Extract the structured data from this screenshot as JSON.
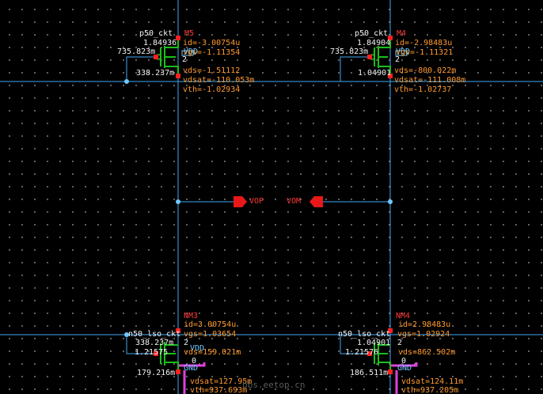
{
  "m5": {
    "cell": "p50_ckt",
    "name": "M5",
    "vg": "1.84936",
    "id": "id=-3.00754u",
    "vgate": "735.823m",
    "vdd": "VDD",
    "vgs": "vgs=-1.11354",
    "mult": "2",
    "vd": "338.237m",
    "vds": "vds=-1.51112",
    "vdsat": "vdsat=-110.053m",
    "vth": "vth=-1.02934"
  },
  "m4": {
    "cell": "p50_ckt",
    "name": "M4",
    "vg": "1.84904",
    "id": "id=-2.98483u",
    "vgate": "735.823m",
    "vdd": "VDD",
    "vgs": "vgs=-1.11321",
    "mult": "2",
    "vd": "1.04901",
    "vds": "vds=-800.022m",
    "vdsat": "vdsat=-111.008m",
    "vth": "vth=-1.02737"
  },
  "pins": {
    "vop": "VOP",
    "vom": "VOM"
  },
  "nm3": {
    "name": "NM3",
    "id": "id=3.00754u",
    "cell": "n50_lso_ckt",
    "vgs": "vgs=1.03654",
    "vg": "338.237m",
    "mult": "2",
    "vdd": "VDD",
    "vnode": "1.21575",
    "vds": "vds=159.021m",
    "zero": "0",
    "vs": "179.216m",
    "gnd": "GND",
    "vdsat": "vdsat=127.95m",
    "vth": "vth=937.693m"
  },
  "nm4": {
    "name": "NM4",
    "id": "id=2.98483u",
    "cell": "n50_lso_ckt",
    "vgs": "vgs=1.02924",
    "vg": "1.04901",
    "mult": "2",
    "vnode": "1.21576",
    "vds": "vds=862.502m",
    "zero": "0",
    "vs": "186.511m",
    "gnd": "GND",
    "vdsat": "vdsat=124.11m",
    "vth": "vth=937.205m"
  },
  "watermark": "bbs.eetop.cn"
}
